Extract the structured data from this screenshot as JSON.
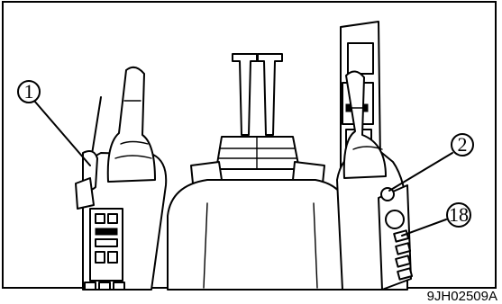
{
  "figure_id": "9JH02509A",
  "callouts": [
    {
      "label": "1"
    },
    {
      "label": "2"
    },
    {
      "label": "18"
    }
  ]
}
